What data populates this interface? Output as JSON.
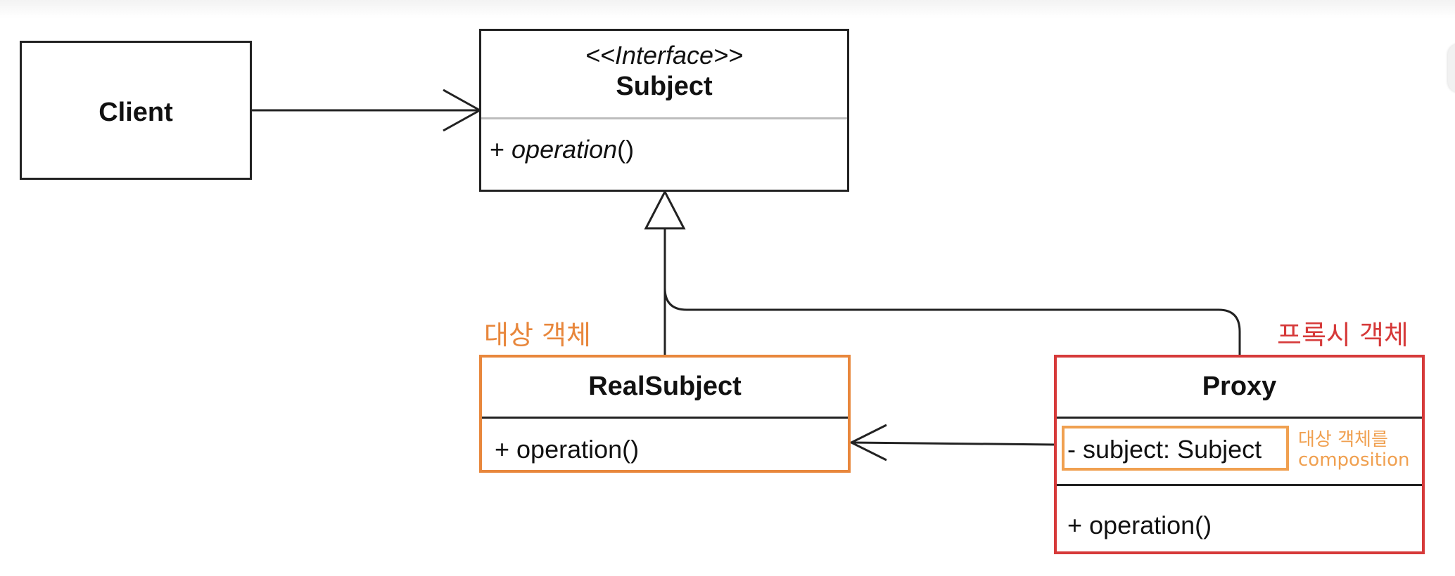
{
  "diagram": {
    "client": {
      "name": "Client"
    },
    "subject": {
      "stereotype": "<<Interface>>",
      "name": "Subject",
      "operation_prefix": "+ ",
      "operation_name": "operation",
      "operation_suffix": "()"
    },
    "real_subject": {
      "name": "RealSubject",
      "operation": "+ operation()",
      "annotation": "대상 객체"
    },
    "proxy": {
      "name": "Proxy",
      "field": "- subject: Subject",
      "operation": "+ operation()",
      "annotation": "프록시 객체",
      "field_note_line1": "대상 객체를",
      "field_note_line2": "composition"
    }
  },
  "colors": {
    "line": "#222222",
    "real_subject_highlight": "#e8873c",
    "proxy_highlight": "#d63a3a",
    "field_highlight": "#f0a050"
  }
}
